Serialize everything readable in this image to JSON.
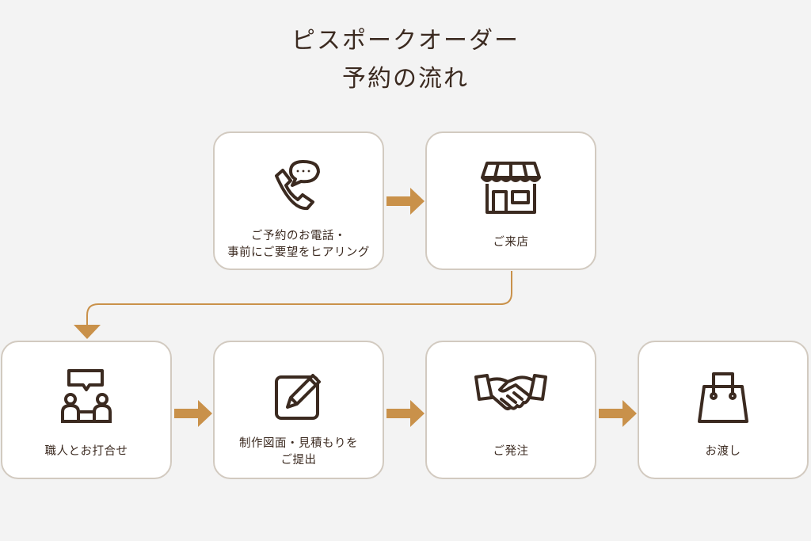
{
  "title": {
    "line1": "ピスポークオーダー",
    "line2": "予約の流れ"
  },
  "steps": [
    {
      "label": "ご予約のお電話・\n事前にご要望をヒアリング",
      "icon": "phone-chat-icon"
    },
    {
      "label": "ご来店",
      "icon": "storefront-icon"
    },
    {
      "label": "職人とお打合せ",
      "icon": "meeting-icon"
    },
    {
      "label": "制作図面・見積もりを\nご提出",
      "icon": "edit-document-icon"
    },
    {
      "label": "ご発注",
      "icon": "handshake-icon"
    },
    {
      "label": "お渡し",
      "icon": "shopping-bag-icon"
    }
  ],
  "colors": {
    "background": "#f3f3f3",
    "card": "#ffffff",
    "card_border": "#d2cac0",
    "arrow": "#c9914a",
    "icon": "#3b2a20"
  }
}
